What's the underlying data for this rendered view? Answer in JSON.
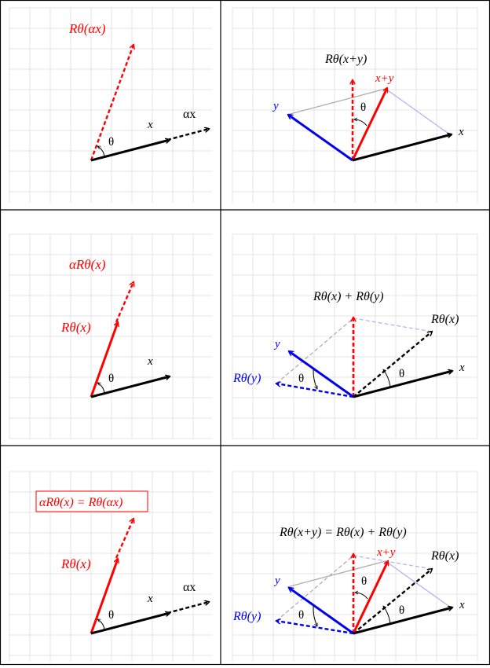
{
  "colors": {
    "red": "#ff0000",
    "blue": "#0000ee",
    "black": "#000000",
    "grid": "#dcdcdc",
    "panel_border": "#000000",
    "light_blue_line": "#b0b0ee",
    "light_gray_line": "#aaaaaa"
  },
  "panels": {
    "p1": {
      "label_R_ax": "Rθ(αx)",
      "label_x": "x",
      "label_ax": "αx",
      "label_theta": "θ"
    },
    "p2": {
      "label_R_sum": "Rθ(x+y)",
      "label_sum": "x+y",
      "label_x": "x",
      "label_y": "y",
      "label_theta": "θ"
    },
    "p3": {
      "label_aR": "αRθ(x)",
      "label_R": "Rθ(x)",
      "label_x": "x",
      "label_theta": "θ"
    },
    "p4": {
      "label_sum": "Rθ(x) + Rθ(y)",
      "label_Rx": "Rθ(x)",
      "label_Ry": "Rθ(y)",
      "label_x": "x",
      "label_y": "y",
      "label_theta_1": "θ",
      "label_theta_2": "θ"
    },
    "p5": {
      "label_boxed": "αRθ(x) = Rθ(αx)",
      "label_R": "Rθ(x)",
      "label_x": "x",
      "label_ax": "αx",
      "label_theta": "θ"
    },
    "p6": {
      "label_eq": "Rθ(x+y) = Rθ(x) + Rθ(y)",
      "label_sum": "x+y",
      "label_Rx": "Rθ(x)",
      "label_Ry": "Rθ(y)",
      "label_x": "x",
      "label_y": "y",
      "label_theta_1": "θ",
      "label_theta_2": "θ",
      "label_theta_3": "θ"
    }
  }
}
